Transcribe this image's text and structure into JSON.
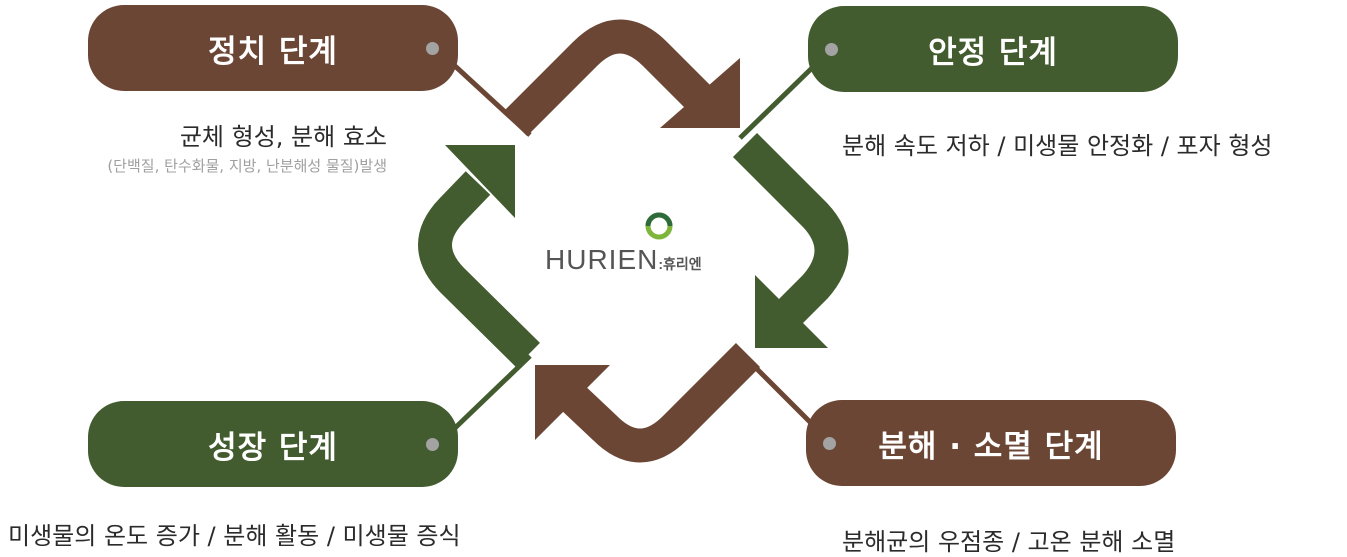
{
  "stages": {
    "top_left": {
      "title": "정치 단계",
      "color": "#6c4635"
    },
    "top_right": {
      "title": "안정 단계",
      "color": "#425b2f"
    },
    "bottom_left": {
      "title": "성장 단계",
      "color": "#425b2f"
    },
    "bottom_right": {
      "title": "분해 · 소멸 단계",
      "color": "#6c4635"
    }
  },
  "descriptions": {
    "top_left": "균체 형성, 분해 효소",
    "top_left_sub": "(단백질, 탄수화물, 지방, 난분해성 물질)발생",
    "top_right": "분해 속도 저하 / 미생물 안정화 / 포자 형성",
    "bottom_left": "미생물의 온도 증가 / 분해 활동 / 미생물 증식",
    "bottom_right": "분해균의 우점종 / 고온 분해 소멸"
  },
  "logo": {
    "word": "HURIEN",
    "separator": ":",
    "korean": "휴리엔",
    "icon": "ring-logo-icon"
  },
  "colors": {
    "brown": "#6c4635",
    "green": "#425b2f",
    "dot": "#a3a3a3"
  }
}
